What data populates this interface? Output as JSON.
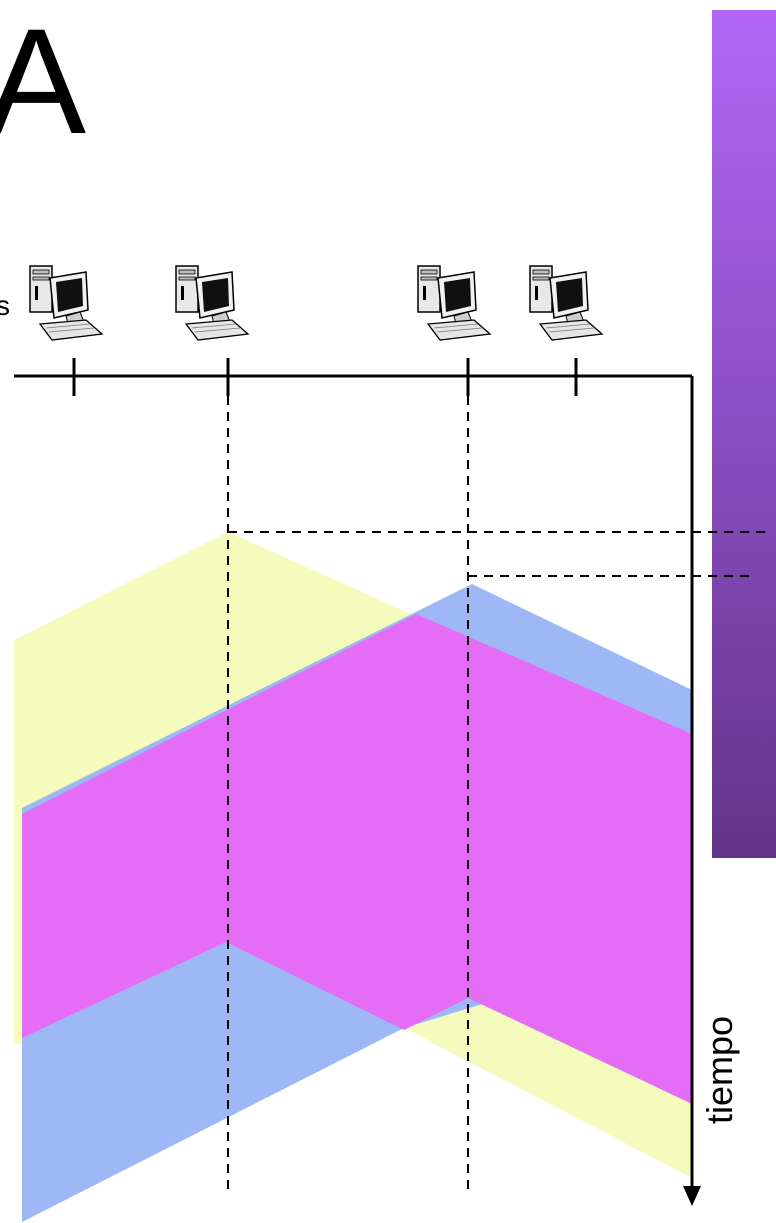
{
  "heading": {
    "big_letter": "A",
    "edge_char": "s"
  },
  "axis": {
    "time_label": "tiempo"
  },
  "colors": {
    "signal_yellow": "#f5fbbc",
    "signal_blue": "#9db8f5",
    "signal_magenta": "#e56df6",
    "panel_top": "#b266f7",
    "panel_bottom": "#62358a",
    "line": "#000000"
  },
  "stations": [
    {
      "icon": "computer-icon"
    },
    {
      "icon": "computer-icon"
    },
    {
      "icon": "computer-icon"
    },
    {
      "icon": "computer-icon"
    }
  ]
}
